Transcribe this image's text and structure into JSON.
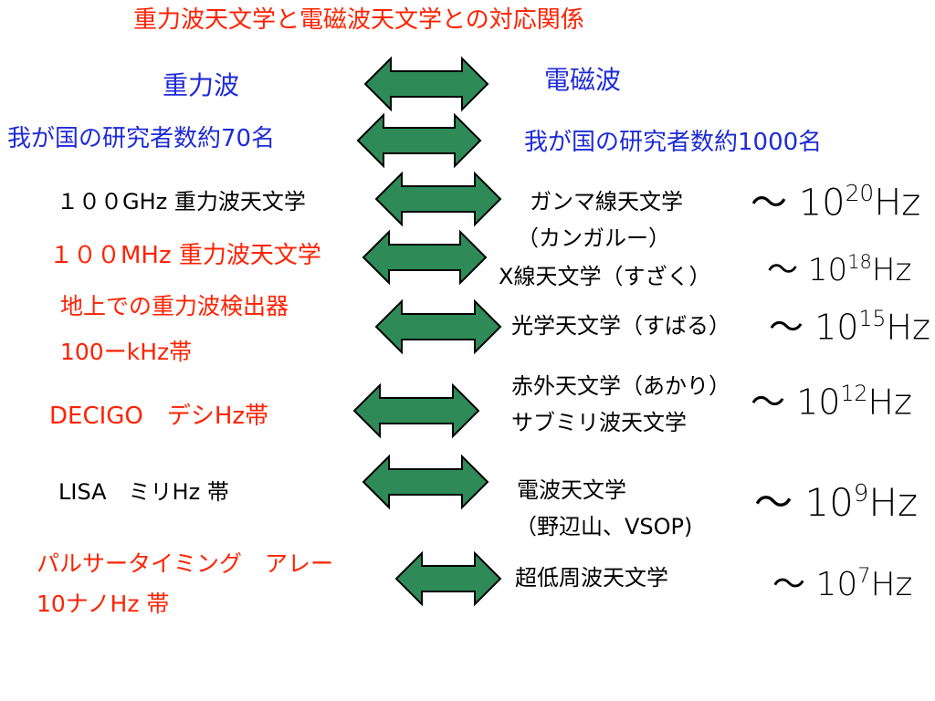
{
  "title": "重力波天文学と電磁波天文学との対応関係",
  "header": {
    "left": "重力波",
    "right": "電磁波"
  },
  "researchers": {
    "left": "我が国の研究者数約70名",
    "right": "我が国の研究者数約1000名"
  },
  "colors": {
    "arrow_fill": "#2e8b57",
    "arrow_stroke": "#000000",
    "title": "#ff2200",
    "header": "#1f2bd6"
  },
  "rows": [
    {
      "gw_lines": [
        "１００GHz 重力波天文学"
      ],
      "em_lines": [
        "ガンマ線天文学",
        "（カンガルー）"
      ],
      "freq": {
        "base": "～ 10",
        "exp": "20",
        "unit": "Hz"
      }
    },
    {
      "gw_lines": [
        "１００MHz 重力波天文学"
      ],
      "em_lines": [
        "X線天文学（すざく）"
      ],
      "freq": {
        "base": "～ 10",
        "exp": "18",
        "unit": "Hz"
      }
    },
    {
      "gw_lines": [
        "地上での重力波検出器",
        "100ーkHz帯"
      ],
      "em_lines": [
        "光学天文学（すばる）"
      ],
      "freq": {
        "base": "～ 10",
        "exp": "15",
        "unit": "Hz"
      }
    },
    {
      "gw_lines": [
        "DECIGO　デシHz帯"
      ],
      "em_lines": [
        "赤外天文学（あかり）",
        "サブミリ波天文学"
      ],
      "freq": {
        "base": "～ 10",
        "exp": "12",
        "unit": "Hz"
      }
    },
    {
      "gw_lines": [
        "LISA　ミリHz 帯"
      ],
      "em_lines": [
        "電波天文学",
        "（野辺山、VSOP)"
      ],
      "freq": {
        "base": "～ 10",
        "exp": "9",
        "unit": "Hz"
      }
    },
    {
      "gw_lines": [
        "パルサータイミング　アレー",
        "10ナノHz 帯"
      ],
      "em_lines": [
        "超低周波天文学"
      ],
      "freq": {
        "base": "～ 10",
        "exp": "7",
        "unit": "Hz"
      }
    }
  ]
}
